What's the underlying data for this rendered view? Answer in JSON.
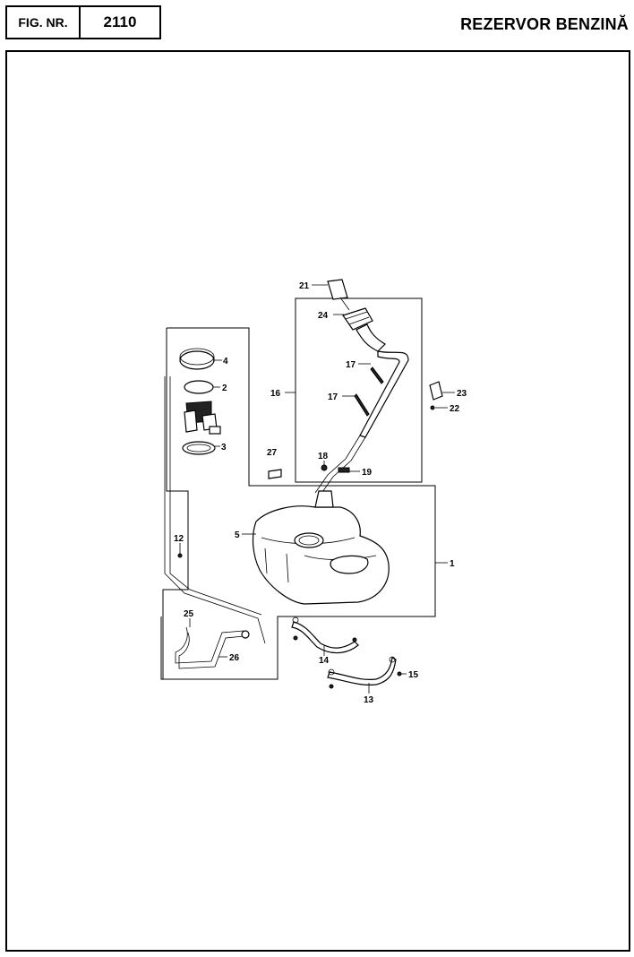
{
  "header": {
    "fig_label": "FIG. NR.",
    "fig_number": "2110",
    "title": "REZERVOR BENZINĂ"
  },
  "callouts": {
    "c1": "1",
    "c2": "2",
    "c3": "3",
    "c4": "4",
    "c5": "5",
    "c12": "12",
    "c13": "13",
    "c14": "14",
    "c15": "15",
    "c16": "16",
    "c17a": "17",
    "c17b": "17",
    "c18": "18",
    "c19": "19",
    "c21": "21",
    "c22": "22",
    "c23": "23",
    "c24": "24",
    "c25": "25",
    "c26": "26",
    "c27": "27"
  }
}
